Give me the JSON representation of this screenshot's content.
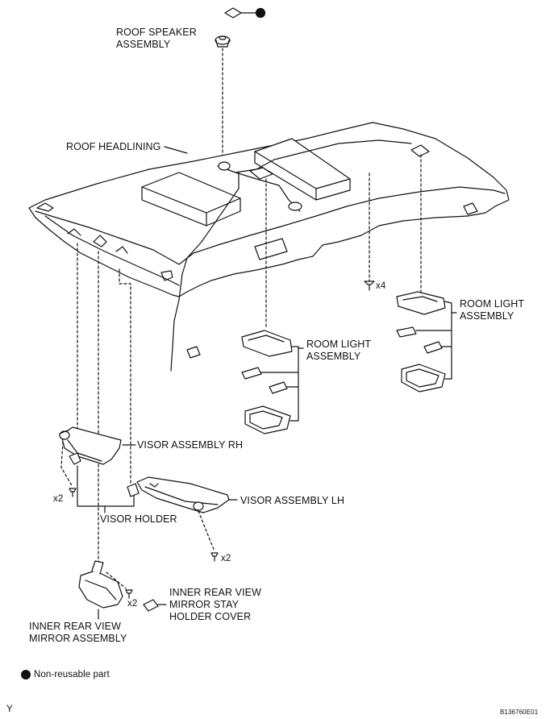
{
  "labels": {
    "roof_speaker_1": "ROOF SPEAKER",
    "roof_speaker_2": "ASSEMBLY",
    "roof_headlining": "ROOF HEADLINING",
    "room_light_right_1": "ROOM LIGHT",
    "room_light_right_2": "ASSEMBLY",
    "room_light_center_1": "ROOM LIGHT",
    "room_light_center_2": "ASSEMBLY",
    "visor_rh": "VISOR ASSEMBLY RH",
    "visor_lh": "VISOR ASSEMBLY LH",
    "visor_holder": "VISOR HOLDER",
    "stay_cover_1": "INNER REAR VIEW",
    "stay_cover_2": "MIRROR STAY",
    "stay_cover_3": "HOLDER COVER",
    "mirror_1": "INNER REAR VIEW",
    "mirror_2": "MIRROR ASSEMBLY"
  },
  "quantities": {
    "headlining_screws": "x4",
    "visor_rh_screws": "x2",
    "visor_lh_screws": "x2",
    "mirror_screws": "x2"
  },
  "legend": {
    "non_reusable": "Non-reusable part"
  },
  "footer": {
    "left_code": "Y",
    "figure_id": "B136760E01"
  }
}
